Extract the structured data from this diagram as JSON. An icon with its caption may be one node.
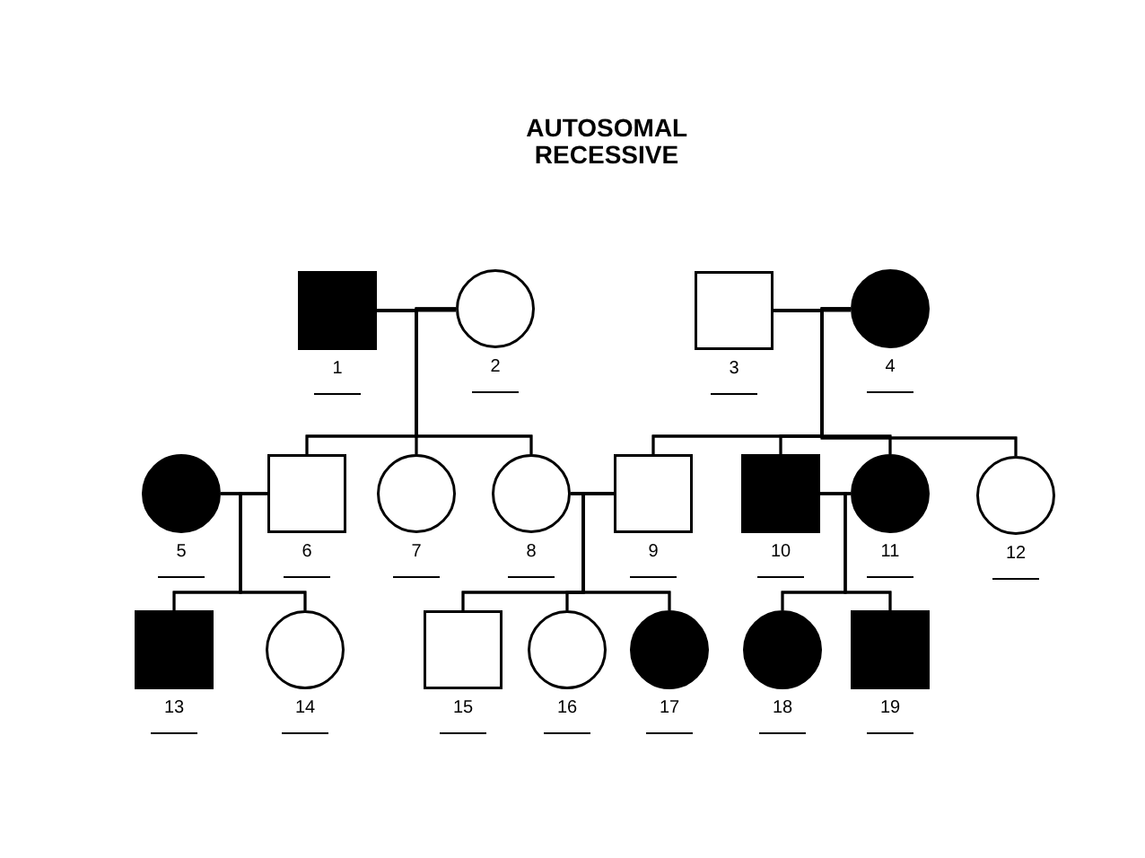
{
  "diagram": {
    "title": "AUTOSOMAL RECESSIVE",
    "nodes": [
      {
        "text": [],
        "shape": "box",
        "beside": [
          "1"
        ]
      },
      {
        "text": [],
        "shape": "circle",
        "beside": [
          "2"
        ]
      },
      {
        "text": [],
        "shape": "box",
        "beside": [
          "3"
        ]
      },
      {
        "text": [],
        "shape": "circle",
        "beside": [
          "4"
        ]
      },
      {
        "text": [],
        "shape": "circle",
        "beside": [
          "5"
        ]
      },
      {
        "text": [],
        "shape": "box",
        "beside": [
          "6"
        ]
      },
      {
        "text": [],
        "shape": "circle",
        "beside": [
          "7"
        ]
      },
      {
        "text": [],
        "shape": "circle",
        "beside": [
          "8"
        ]
      },
      {
        "text": [],
        "shape": "box",
        "beside": [
          "9"
        ]
      },
      {
        "text": [],
        "shape": "box",
        "beside": [
          "10"
        ]
      },
      {
        "text": [],
        "shape": "circle",
        "beside": [
          "11"
        ]
      },
      {
        "text": [],
        "shape": "circle",
        "beside": [
          "12"
        ]
      },
      {
        "text": [],
        "shape": "box",
        "beside": [
          "13"
        ]
      },
      {
        "text": [],
        "shape": "circle",
        "beside": [
          "14"
        ]
      },
      {
        "text": [],
        "shape": "box",
        "beside": [
          "15"
        ]
      },
      {
        "text": [],
        "shape": "circle",
        "beside": [
          "16"
        ]
      },
      {
        "text": [],
        "shape": "circle",
        "beside": [
          "17"
        ]
      },
      {
        "text": [],
        "shape": "circle",
        "beside": [
          "18"
        ]
      },
      {
        "text": [],
        "shape": "box",
        "beside": [
          "19"
        ]
      }
    ],
    "edges": [
      {
        "from": 0,
        "to": 1,
        "arrow": "none"
      },
      {
        "from": 0,
        "to": 5,
        "arrow": "none"
      },
      {
        "from": 0,
        "to": 6,
        "arrow": "none"
      },
      {
        "from": 0,
        "to": 7,
        "arrow": "none"
      },
      {
        "from": 1,
        "to": 5,
        "arrow": "none"
      },
      {
        "from": 1,
        "to": 6,
        "arrow": "none"
      },
      {
        "from": 1,
        "to": 7,
        "arrow": "none"
      },
      {
        "from": 2,
        "to": 3,
        "arrow": "none"
      },
      {
        "from": 2,
        "to": 8,
        "arrow": "none"
      },
      {
        "from": 2,
        "to": 9,
        "arrow": "none"
      },
      {
        "from": 2,
        "to": 10,
        "arrow": "none"
      },
      {
        "from": 2,
        "to": 11,
        "arrow": "none"
      },
      {
        "from": 3,
        "to": 8,
        "arrow": "none"
      },
      {
        "from": 3,
        "to": 9,
        "arrow": "none"
      },
      {
        "from": 3,
        "to": 10,
        "arrow": "none"
      },
      {
        "from": 3,
        "to": 11,
        "arrow": "none"
      },
      {
        "from": 4,
        "to": 5,
        "arrow": "none"
      },
      {
        "from": 4,
        "to": 12,
        "arrow": "none"
      },
      {
        "from": 4,
        "to": 13,
        "arrow": "none"
      },
      {
        "from": 5,
        "to": 12,
        "arrow": "none"
      },
      {
        "from": 5,
        "to": 13,
        "arrow": "none"
      },
      {
        "from": 7,
        "to": 8,
        "arrow": "none"
      },
      {
        "from": 7,
        "to": 14,
        "arrow": "none"
      },
      {
        "from": 7,
        "to": 15,
        "arrow": "none"
      },
      {
        "from": 7,
        "to": 16,
        "arrow": "none"
      },
      {
        "from": 8,
        "to": 14,
        "arrow": "none"
      },
      {
        "from": 8,
        "to": 15,
        "arrow": "none"
      },
      {
        "from": 8,
        "to": 16,
        "arrow": "none"
      },
      {
        "from": 9,
        "to": 10,
        "arrow": "none"
      },
      {
        "from": 9,
        "to": 17,
        "arrow": "none"
      },
      {
        "from": 9,
        "to": 18,
        "arrow": "none"
      },
      {
        "from": 10,
        "to": 17,
        "arrow": "none"
      },
      {
        "from": 10,
        "to": 18,
        "arrow": "none"
      }
    ]
  }
}
